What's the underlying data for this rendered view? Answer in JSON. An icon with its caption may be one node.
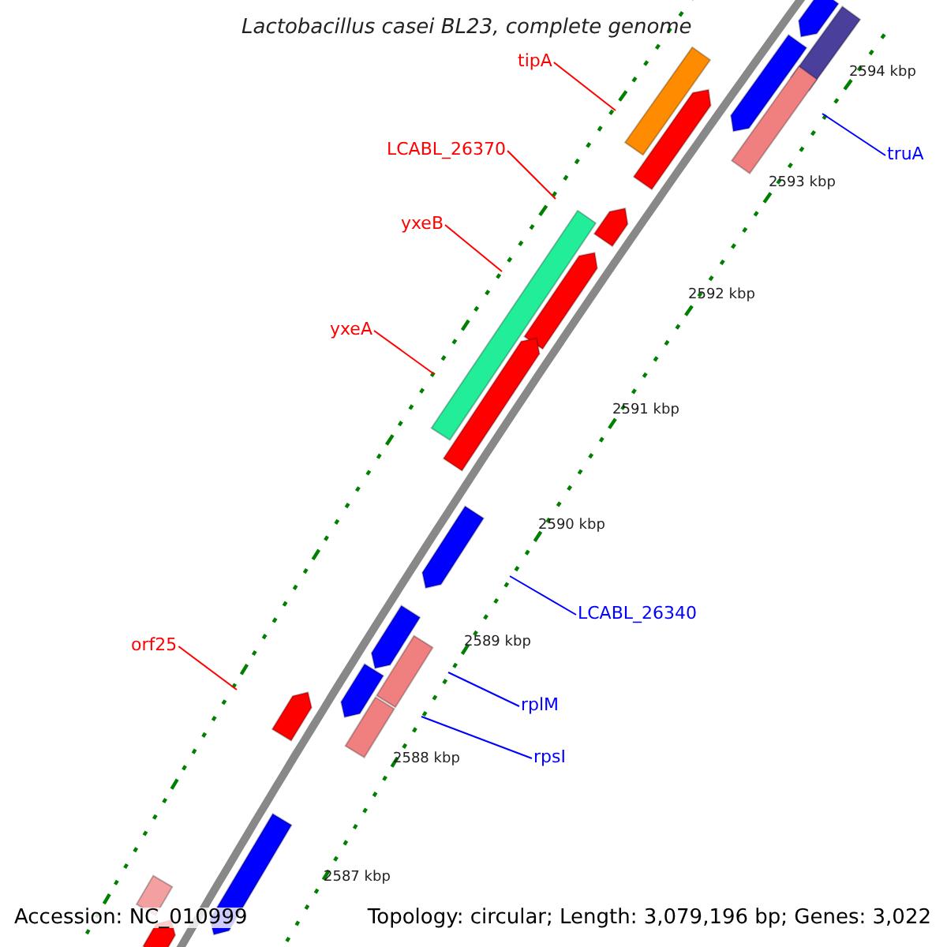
{
  "diagram": {
    "title": "Lactobacillus casei BL23, complete genome",
    "nodes": [
      {
        "text": [
          "tipA"
        ]
      },
      {
        "text": [
          "LCABL_26370"
        ]
      },
      {
        "text": [
          "yxeB"
        ]
      },
      {
        "text": [
          "yxeA"
        ]
      },
      {
        "text": [
          "orf25"
        ]
      },
      {
        "text": [
          "truA"
        ]
      },
      {
        "text": [
          "LCABL_26340"
        ]
      },
      {
        "text": [
          "rplM"
        ]
      },
      {
        "text": [
          "rpsI"
        ]
      }
    ],
    "edges": [
      {
        "from": 0,
        "to": null,
        "arrow": "none"
      },
      {
        "from": 1,
        "to": null,
        "arrow": "none"
      },
      {
        "from": 2,
        "to": null,
        "arrow": "none"
      },
      {
        "from": 3,
        "to": null,
        "arrow": "none"
      },
      {
        "from": 4,
        "to": null,
        "arrow": "none"
      },
      {
        "from": 5,
        "to": null,
        "arrow": "none",
        "color": "#0000ff"
      },
      {
        "from": 6,
        "to": null,
        "arrow": "none",
        "color": "#0000ff"
      },
      {
        "from": 7,
        "to": null,
        "arrow": "none",
        "color": "#0000ff"
      },
      {
        "from": 8,
        "to": null,
        "arrow": "none",
        "color": "#0000ff"
      }
    ],
    "labels": [
      "2594 kbp",
      "2593 kbp",
      "2592 kbp",
      "2591 kbp",
      "2590 kbp",
      "2589 kbp",
      "2588 kbp",
      "2587 kbp",
      "Accession: NC_010999",
      "Topology: circular; Length: 3,079,196 bp; Genes: 3,022"
    ]
  }
}
